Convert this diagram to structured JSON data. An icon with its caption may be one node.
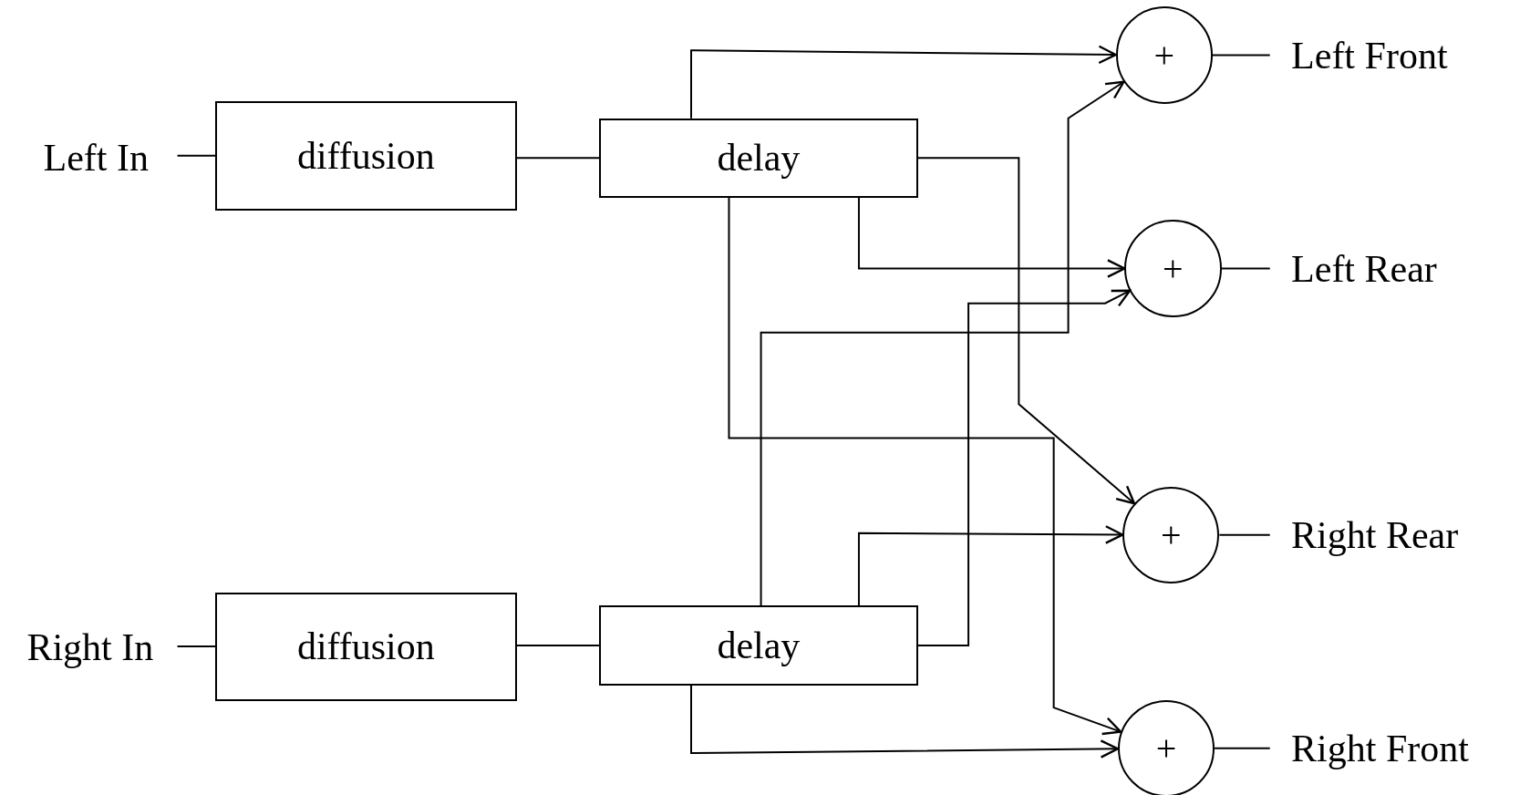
{
  "diagram": {
    "nodes": [
      {
        "text": [
          "Left In"
        ]
      },
      {
        "text": [
          "diffusion"
        ]
      },
      {
        "text": [
          "delay"
        ]
      },
      {
        "text": [
          "Right In"
        ]
      },
      {
        "text": [
          "diffusion"
        ]
      },
      {
        "text": [
          "delay"
        ]
      },
      {
        "text": [
          "+"
        ]
      },
      {
        "text": [
          "+"
        ]
      },
      {
        "text": [
          "+"
        ]
      },
      {
        "text": [
          "+"
        ]
      },
      {
        "text": [
          "Left Front"
        ]
      },
      {
        "text": [
          "Left Rear"
        ]
      },
      {
        "text": [
          "Right Rear"
        ]
      },
      {
        "text": [
          "Right Front"
        ]
      }
    ],
    "edges": [
      {
        "from": 0,
        "to": 1,
        "arrow": "none"
      },
      {
        "from": 1,
        "to": 2,
        "arrow": "none"
      },
      {
        "from": 3,
        "to": 4,
        "arrow": "none"
      },
      {
        "from": 4,
        "to": 5,
        "arrow": "none"
      },
      {
        "from": 2,
        "to": 6,
        "arrow": "to"
      },
      {
        "from": 2,
        "to": 7,
        "arrow": "to"
      },
      {
        "from": 2,
        "to": 8,
        "arrow": "to"
      },
      {
        "from": 2,
        "to": 9,
        "arrow": "to"
      },
      {
        "from": 5,
        "to": 6,
        "arrow": "to"
      },
      {
        "from": 5,
        "to": 7,
        "arrow": "to"
      },
      {
        "from": 5,
        "to": 8,
        "arrow": "to"
      },
      {
        "from": 5,
        "to": 9,
        "arrow": "to"
      },
      {
        "from": 6,
        "to": 10,
        "arrow": "none"
      },
      {
        "from": 7,
        "to": 11,
        "arrow": "none"
      },
      {
        "from": 8,
        "to": 12,
        "arrow": "none"
      },
      {
        "from": 9,
        "to": 13,
        "arrow": "none"
      }
    ]
  }
}
